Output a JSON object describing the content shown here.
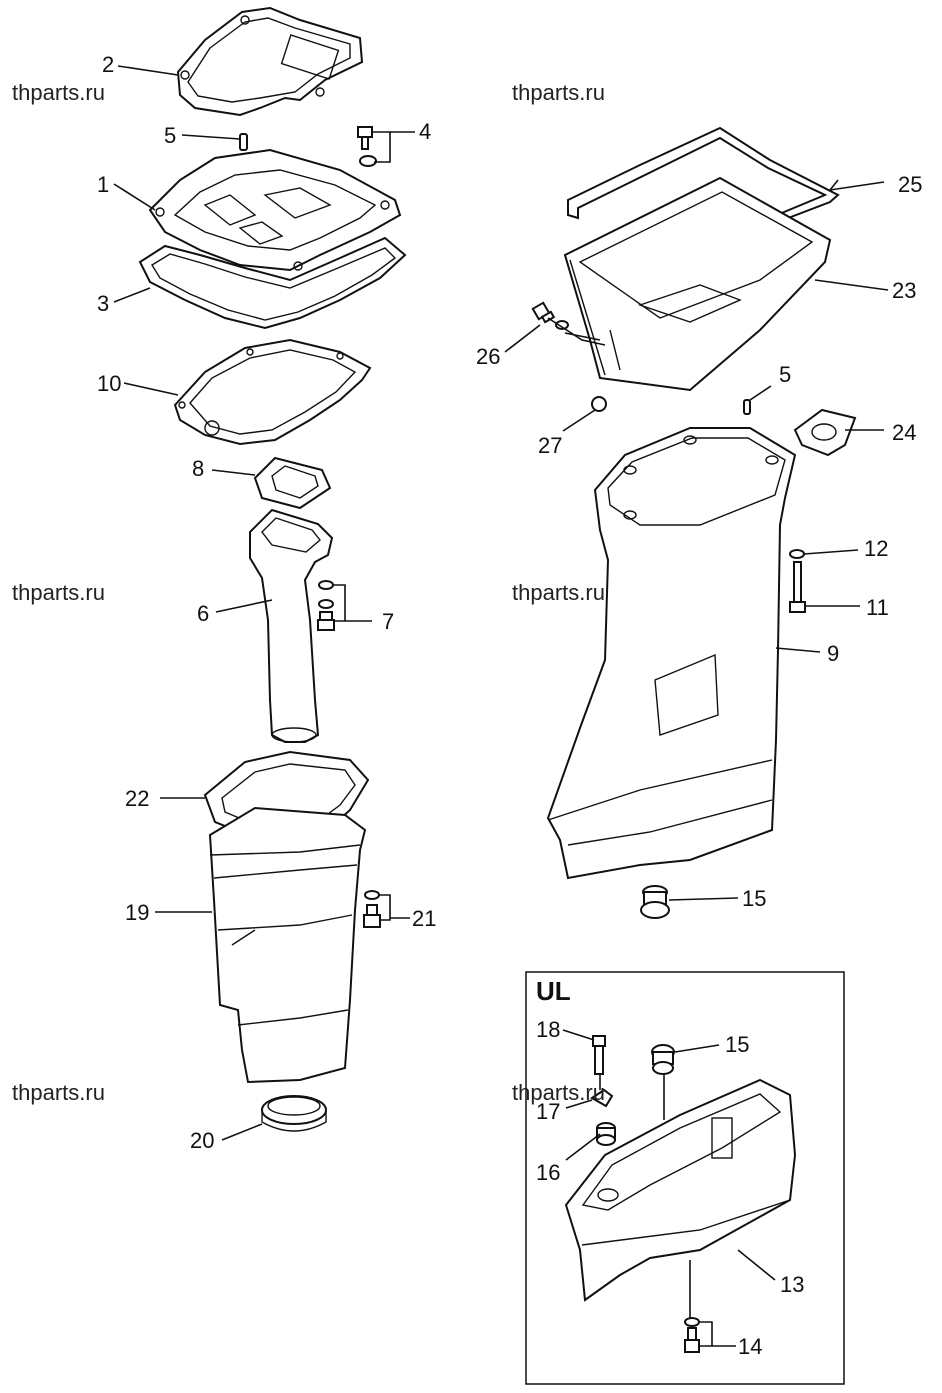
{
  "watermarks": [
    "thparts.ru",
    "thparts.ru",
    "thparts.ru",
    "thparts.ru",
    "thparts.ru",
    "thparts.ru"
  ],
  "inset_title": "UL",
  "callouts": {
    "c2": "2",
    "c5a": "5",
    "c4": "4",
    "c1": "1",
    "c3": "3",
    "c10": "10",
    "c8": "8",
    "c6": "6",
    "c7": "7",
    "c22": "22",
    "c19": "19",
    "c21": "21",
    "c20": "20",
    "c25": "25",
    "c23": "23",
    "c26": "26",
    "c27": "27",
    "c5b": "5",
    "c24": "24",
    "c12": "12",
    "c11": "11",
    "c9": "9",
    "c15a": "15",
    "c18": "18",
    "c15b": "15",
    "c17": "17",
    "c16": "16",
    "c13": "13",
    "c14": "14"
  }
}
